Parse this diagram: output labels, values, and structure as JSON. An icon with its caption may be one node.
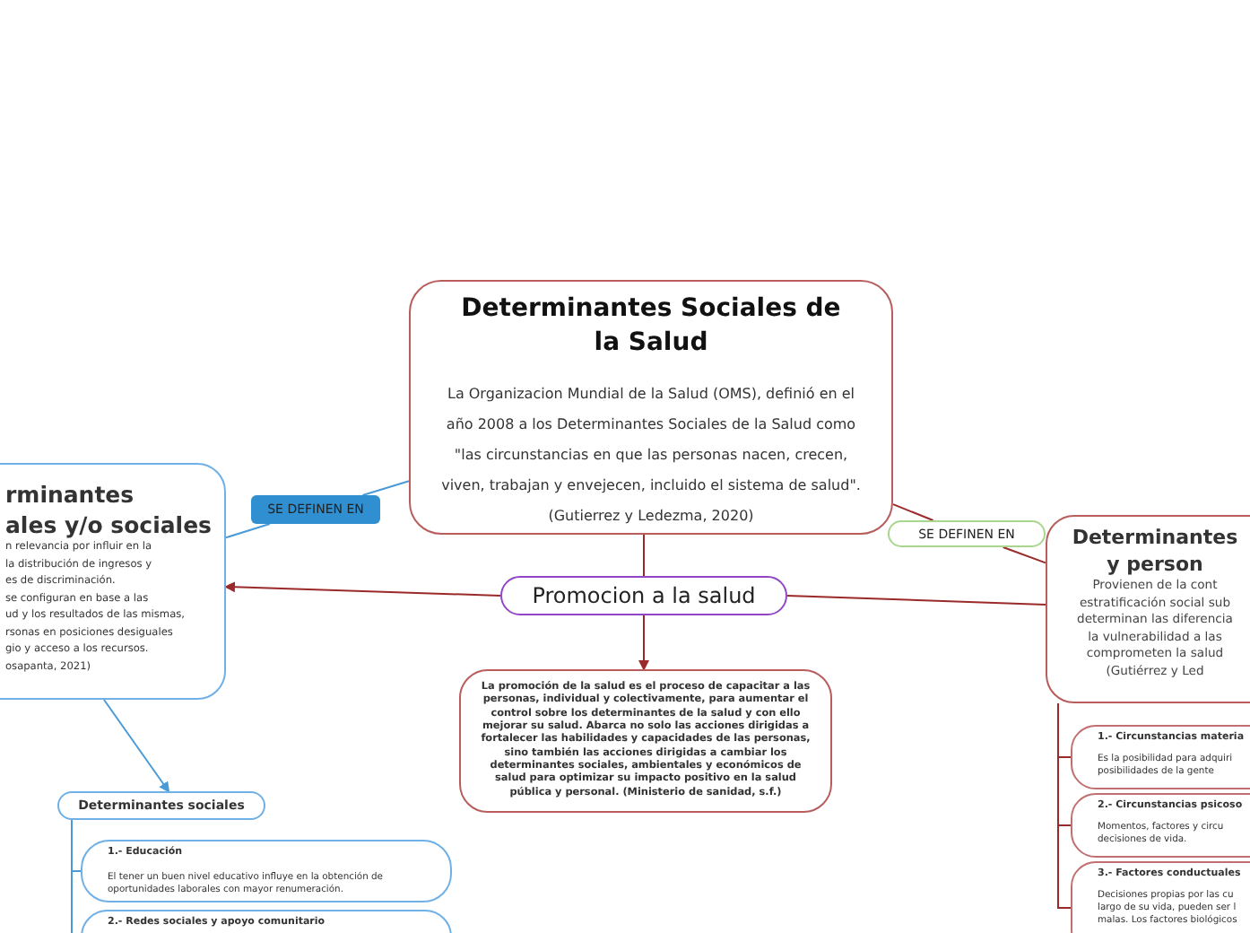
{
  "diagram": {
    "nodes": [
      {
        "text": [
          "Determinantes Sociales de la Salud",
          "La Organizacion Mundial de la Salud (OMS), definió en el año 2008 a los Determinantes Sociales de la Salud como \"las circunstancias en que las personas nacen, crecen, viven, trabajan y envejecen, incluido el sistema de salud\". (Gutierrez y Ledezma, 2020)"
        ]
      },
      {
        "text": [
          "SE DEFINEN EN"
        ]
      },
      {
        "text": [
          "rminantes",
          "ales y/o sociales",
          "n relevancia por influir en la",
          "la distribución de ingresos  y",
          "es de discriminación.",
          "se configuran en base a las",
          "ud y los resultados de las mismas,",
          "rsonas en posiciones desiguales",
          "gio y acceso a los recursos.",
          "osapanta, 2021)"
        ]
      },
      {
        "text": [
          "Promocion a la salud"
        ]
      },
      {
        "text": [
          "La promoción de la salud es el proceso de capacitar a las personas, individual y colectivamente, para aumentar el control sobre los determinantes de la salud y con ello mejorar su salud. Abarca no solo las acciones dirigidas a fortalecer las habilidades y capacidades de las personas, sino también las acciones dirigidas a cambiar los determinantes sociales, ambientales y económicos de salud para optimizar su impacto positivo en la salud pública y personal. (Ministerio de sanidad, s.f.)"
        ]
      },
      {
        "text": [
          "SE DEFINEN EN"
        ]
      },
      {
        "text": [
          "Determinantes",
          "y person",
          "Provienen de la cont",
          "estratificación social sub",
          "determinan las diferencia",
          "la vulnerabilidad a las",
          "comprometen la salud",
          "(Gutiérrez y Led"
        ]
      },
      {
        "text": [
          "Determinantes sociales"
        ]
      },
      {
        "text": [
          "1.- Educación",
          "El tener un buen nivel educativo influye  en la obtención de oportunidades laborales con mayor renumeración."
        ]
      },
      {
        "text": [
          "2.- Redes sociales y apoyo comunitario"
        ]
      },
      {
        "text": [
          "1.- Circunstancias materia",
          "Es la posibilidad para adquiri",
          "posibilidades de la gente"
        ]
      },
      {
        "text": [
          "2.- Circunstancias psicoso",
          "Momentos, factores y circu",
          "decisiones de vida."
        ]
      },
      {
        "text": [
          "3.- Factores conductuales",
          "Decisiones propias por las cu",
          "largo de su vida, pueden ser l",
          "malas. Los factores biológicos"
        ]
      }
    ],
    "edges": [
      {
        "from": 0,
        "to": 1,
        "arrow": "none",
        "color": "#4a9ad8"
      },
      {
        "from": 1,
        "to": 2,
        "arrow": "none",
        "color": "#4a9ad8"
      },
      {
        "from": 0,
        "to": 3,
        "arrow": "none"
      },
      {
        "from": 3,
        "to": 4,
        "arrow": "to"
      },
      {
        "from": 3,
        "to": 2,
        "arrow": "to"
      },
      {
        "from": 3,
        "to": 6,
        "arrow": "none"
      },
      {
        "from": 0,
        "to": 5,
        "arrow": "none"
      },
      {
        "from": 5,
        "to": 6,
        "arrow": "none"
      },
      {
        "from": 2,
        "to": 7,
        "arrow": "to",
        "color": "#4a9ad8"
      },
      {
        "from": 7,
        "to": 8,
        "arrow": "none",
        "color": "#4a9ad8"
      },
      {
        "from": 7,
        "to": 9,
        "arrow": "none",
        "color": "#4a9ad8"
      },
      {
        "from": 6,
        "to": 10,
        "arrow": "none"
      },
      {
        "from": 6,
        "to": 11,
        "arrow": "none"
      },
      {
        "from": 6,
        "to": 12,
        "arrow": "none"
      }
    ]
  }
}
